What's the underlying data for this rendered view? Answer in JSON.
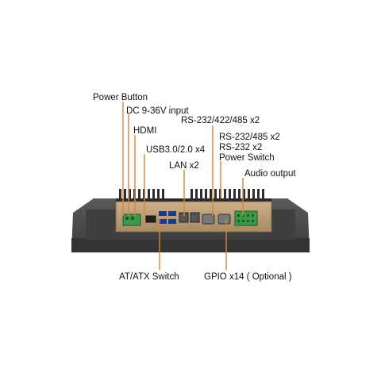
{
  "labels": {
    "power_button": "Power Button",
    "dc_input": "DC 9-36V input",
    "hdmi": "HDMI",
    "usb": "USB3.0/2.0 x4",
    "lan": "LAN x2",
    "rs232_422_485": "RS-232/422/485 x2",
    "rs232_485": "RS-232/485 x2",
    "rs232": "RS-232 x2",
    "power_switch": "Power Switch",
    "audio_output": "Audio output",
    "at_atx_switch": "AT/ATX Switch",
    "gpio": "GPIO x14 ( Optional )"
  },
  "colors": {
    "leader_line": "#d9853b",
    "chassis": "#4a4a4a",
    "io_plate": "#b89a73",
    "terminal_green": "#3a9a4a"
  }
}
